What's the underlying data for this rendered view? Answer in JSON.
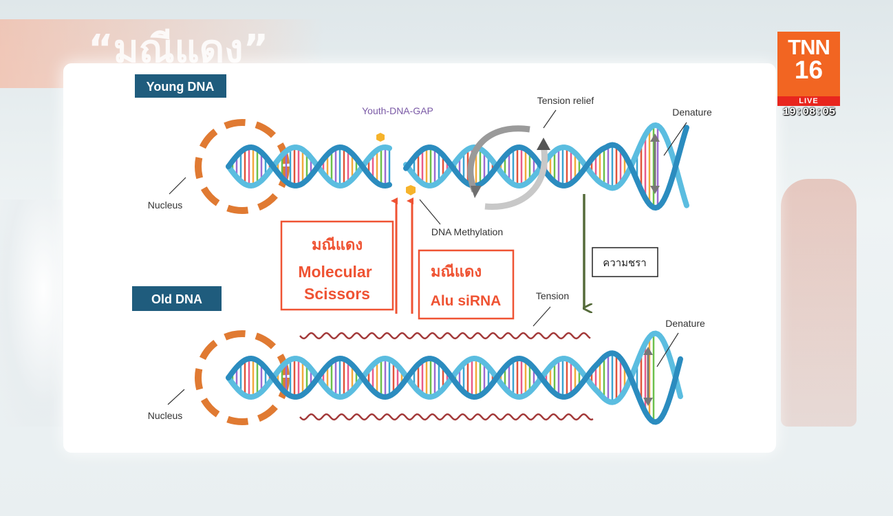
{
  "banner": {
    "title": "“มณีแดง”"
  },
  "broadcast": {
    "channel": "TNN",
    "number": "16",
    "live": "LIVE",
    "time": "19:08:05"
  },
  "diagram": {
    "young_label": "Young DNA",
    "old_label": "Old DNA",
    "youth_gap": "Youth-DNA-GAP",
    "tension_relief": "Tension relief",
    "denature_top": "Denature",
    "denature_bottom": "Denature",
    "nucleus_top": "Nucleus",
    "nucleus_bottom": "Nucleus",
    "dna_methylation": "DNA Methylation",
    "tension": "Tension",
    "aging": "ความชรา",
    "scissors_box": {
      "line1": "มณีแดง",
      "line2": "Molecular",
      "line3": "Scissors"
    },
    "alu_box": {
      "line1": "มณีแดง",
      "line2": "Alu siRNA"
    }
  },
  "colors": {
    "label_bg": "#1f5c7d",
    "strand": "#3aa3d0",
    "nucleus": "#e07a32",
    "accent_red": "#ef5333",
    "arrow_green": "#556b3a",
    "youth_gap": "#7b5aa6",
    "tension_wave": "#a33a3a",
    "tnn_orange": "#f26522"
  }
}
